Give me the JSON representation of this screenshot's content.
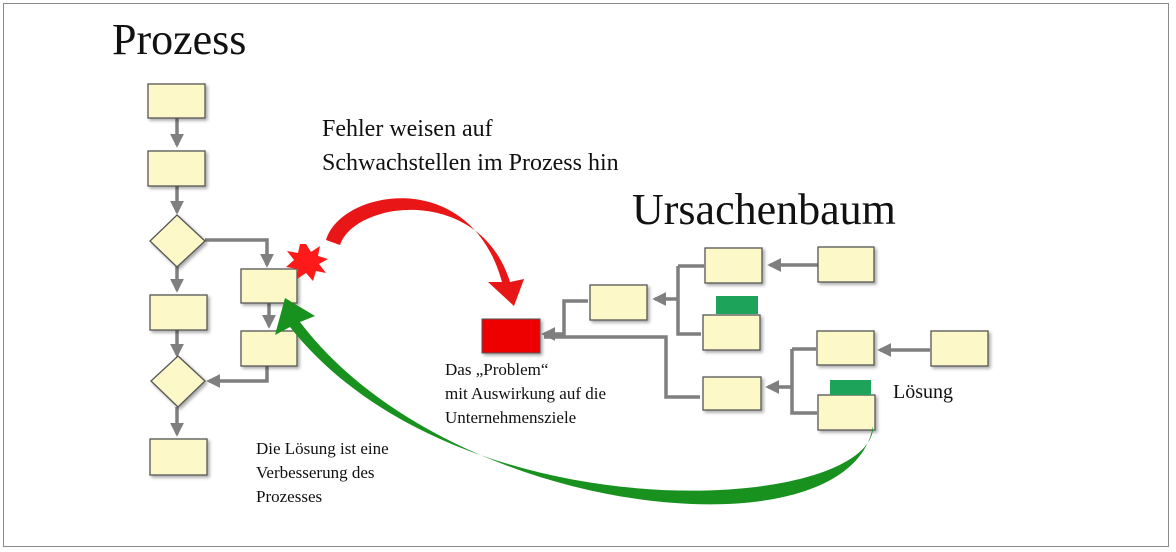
{
  "left_title": "Prozess",
  "right_title": "Ursachenbaum",
  "weakness_caption": {
    "line1": "Fehler weisen auf",
    "line2": "Schwachstellen  im Prozess hin"
  },
  "problem_caption": {
    "line1": "Das „Problem“",
    "line2": "mit Auswirkung auf die",
    "line3": "Unternehmensziele"
  },
  "solution_caption": {
    "line1": "Die Lösung  ist eine",
    "line2": "Verbesserung des",
    "line3": "Prozesses"
  },
  "solution_label": "Lösung",
  "colors": {
    "box_fill": "#fdf8c8",
    "box_stroke": "#555555",
    "connector": "#7f7f7f",
    "problem": "#ee0000",
    "error_burst": "#ff1a1a",
    "solution_marker": "#1ea35a",
    "red_arrow": "#e81616",
    "green_arrow": "#18911f"
  }
}
